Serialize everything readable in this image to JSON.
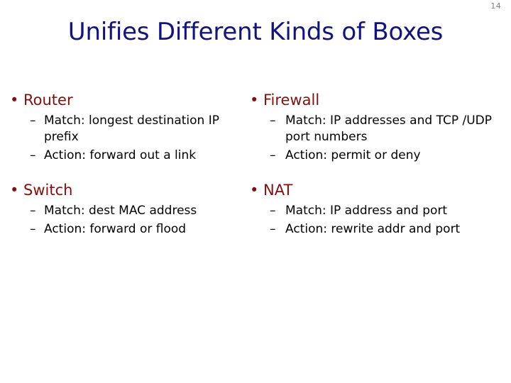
{
  "slide": {
    "number": "14",
    "title": "Unifies Different Kinds of Boxes",
    "colors": {
      "title": "#141478",
      "heading": "#7b1212",
      "body": "#000000",
      "slide_number": "#808080",
      "background": "#ffffff"
    },
    "bullet_glyph": "•",
    "dash_glyph": "–"
  },
  "columns": {
    "left": {
      "groups": [
        {
          "heading": "Router",
          "items": [
            "Match: longest destination IP prefix",
            "Action: forward out a link"
          ]
        },
        {
          "heading": "Switch",
          "items": [
            "Match: dest MAC address",
            "Action: forward or flood"
          ]
        }
      ]
    },
    "right": {
      "groups": [
        {
          "heading": "Firewall",
          "items": [
            "Match: IP addresses and TCP /UDP port numbers",
            "Action: permit or deny"
          ]
        },
        {
          "heading": "NAT",
          "items": [
            "Match: IP address and port",
            "Action: rewrite addr and port"
          ]
        }
      ]
    }
  }
}
